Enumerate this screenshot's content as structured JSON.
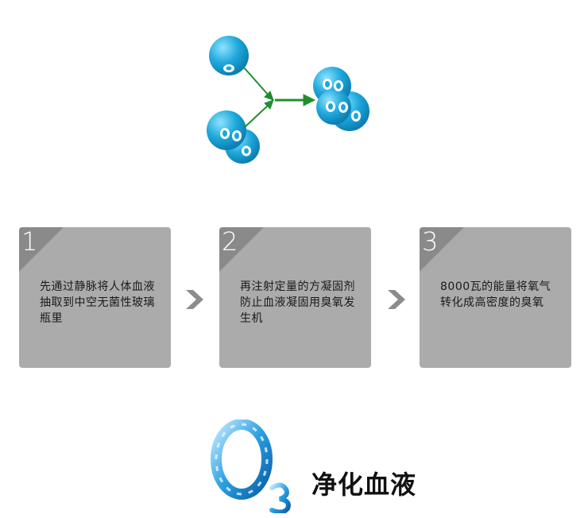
{
  "steps": [
    {
      "number": "1",
      "text": "先通过静脉将人体血液抽取到中空无菌性玻璃瓶里"
    },
    {
      "number": "2",
      "text": "再注射定量的方凝固剂防止血液凝固用臭氧发生机"
    },
    {
      "number": "3",
      "text": "8000瓦的能量将氧气转化成高密度的臭氧"
    }
  ],
  "logo": {
    "text": "O3"
  },
  "title": "净化血液",
  "colors": {
    "card": "#ababab",
    "corner": "#8a8a8a",
    "chevron": "#8c8c8c",
    "molecule": "#1aa8d8",
    "arrow": "#1f8f2e"
  }
}
